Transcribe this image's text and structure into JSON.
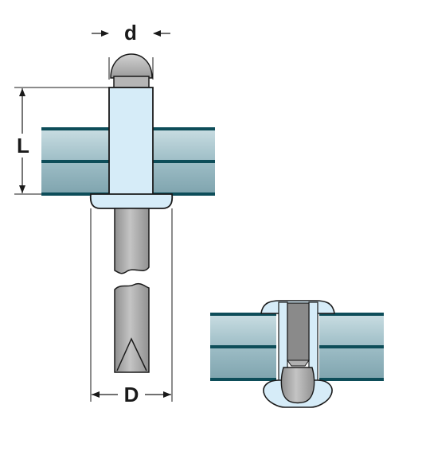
{
  "labels": {
    "pin_diameter": "d",
    "grip_length": "L",
    "body_diameter": "D"
  },
  "colors": {
    "plate_fill": "#9dbdc6",
    "plate_stripe": "#0d4d59",
    "rivet_body": "#d6ecf8",
    "mandrel": "#a6a6a6",
    "mandrel_core": "#8a8a8a",
    "outline": "#1a1a1a"
  }
}
